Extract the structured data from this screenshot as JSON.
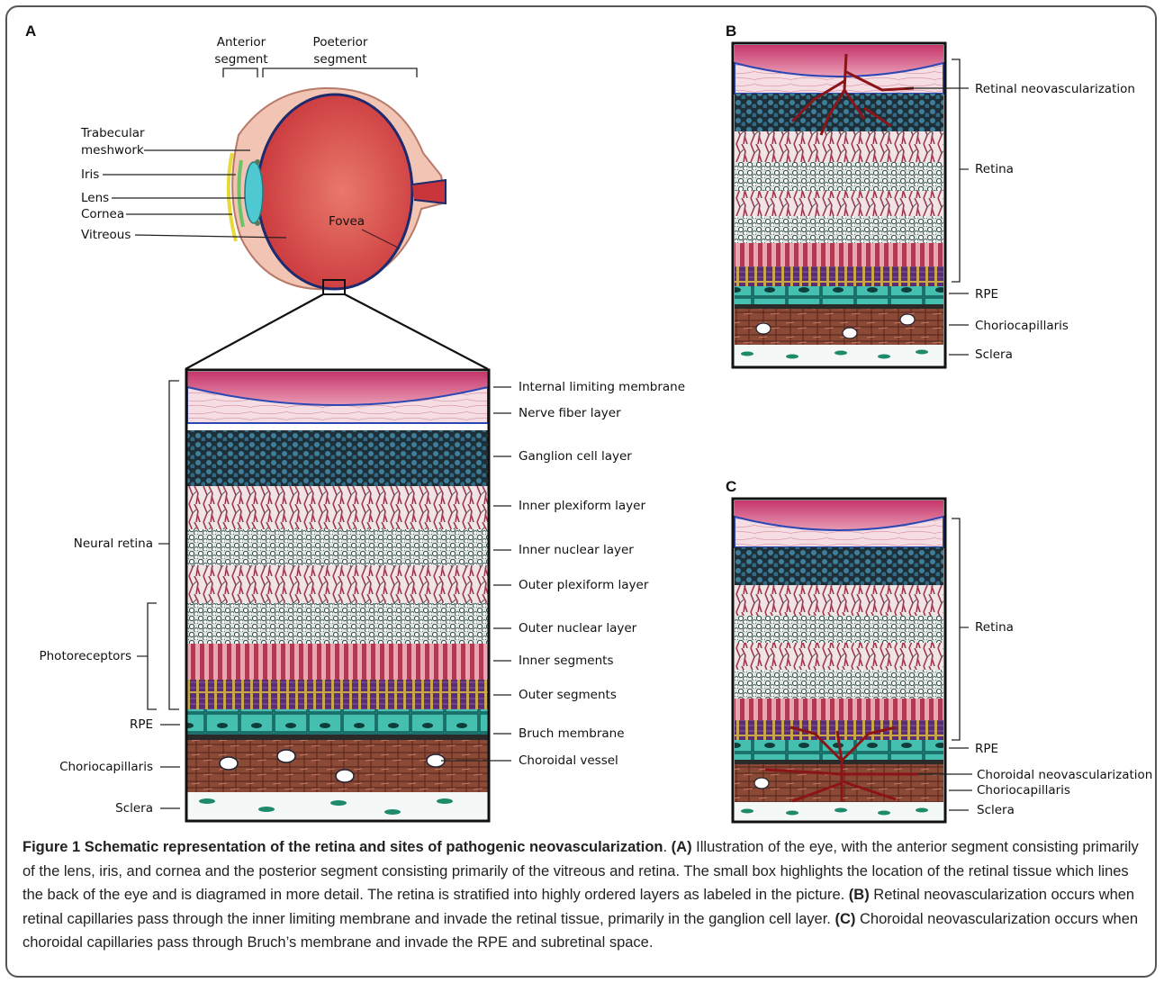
{
  "panel_a": {
    "letter": "A",
    "segments": {
      "anterior": [
        "Anterior",
        "segment"
      ],
      "posterior": [
        "Poeterior",
        "segment"
      ]
    },
    "eye_labels": {
      "trabecular": [
        "Trabecular",
        "meshwork"
      ],
      "iris": "Iris",
      "lens": "Lens",
      "cornea": "Cornea",
      "vitreous": "Vitreous",
      "fovea": "Fovea"
    },
    "right_labels": [
      "Internal limiting membrane",
      "Nerve fiber layer",
      "Ganglion cell layer",
      "Inner plexiform layer",
      "Inner nuclear layer",
      "Outer plexiform layer",
      "Outer nuclear layer",
      "Inner segments",
      "Outer segments",
      "Bruch membrane",
      "Choroidal vessel"
    ],
    "left_labels": {
      "neural_retina": "Neural retina",
      "photoreceptors": "Photoreceptors",
      "rpe": "RPE",
      "choriocapillaris": "Choriocapillaris",
      "sclera": "Sclera"
    }
  },
  "panel_b": {
    "letter": "B",
    "labels": {
      "neovasc": "Retinal neovascularization",
      "retina": "Retina",
      "rpe": "RPE",
      "choriocapillaris": "Choriocapillaris",
      "sclera": "Sclera"
    }
  },
  "panel_c": {
    "letter": "C",
    "labels": {
      "retina": "Retina",
      "rpe": "RPE",
      "neovasc": "Choroidal neovascularization",
      "choriocapillaris": "Choriocapillaris",
      "sclera": "Sclera"
    }
  },
  "caption": {
    "title": "Figure 1 Schematic representation of the retina and sites of pathogenic neovascularization",
    "a_tag": "(A)",
    "a_text": " Illustration of the eye, with the anterior segment consisting primarily of the lens, iris, and cornea and the posterior segment consisting primarily of the vitreous and retina. The small box highlights the location of the retinal tissue which lines the back of the eye and is diagramed in more detail. The retina is stratified into highly ordered layers as labeled in the picture. ",
    "b_tag": "(B)",
    "b_text": " Retinal neovascularization occurs when retinal capillaries pass through the inner limiting membrane and invade the retinal tissue, primarily in the ganglion cell layer. ",
    "c_tag": "(C)",
    "c_text": " Choroidal neovascularization occurs when choroidal capillaries pass through Bruch’s membrane and invade the RPE and subretinal space."
  }
}
